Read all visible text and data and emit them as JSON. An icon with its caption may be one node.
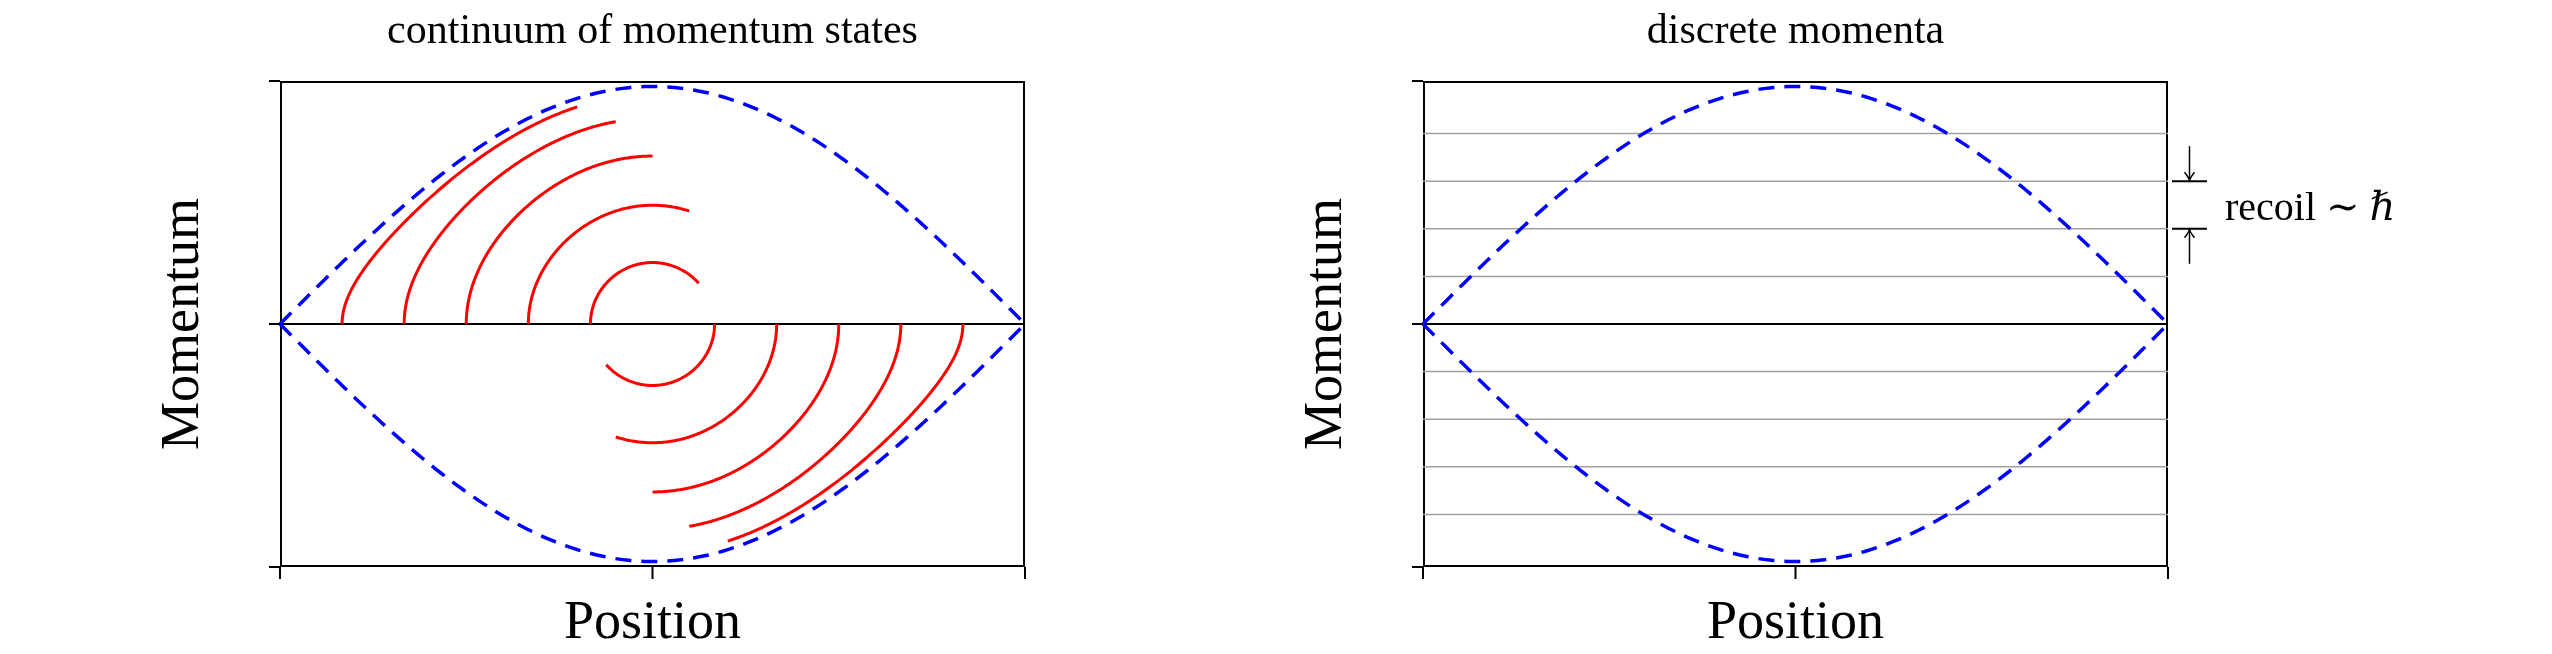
{
  "diagram": {
    "nodes": [
      {
        "text": [
          "continuum of momentum states"
        ],
        "beside": [
          "Momentum",
          "Position"
        ]
      },
      {
        "text": [
          "discrete momenta"
        ],
        "beside": [
          "Momentum",
          "Position"
        ]
      }
    ],
    "labels": [
      "recoil ∼ *ℏ*"
    ]
  }
}
